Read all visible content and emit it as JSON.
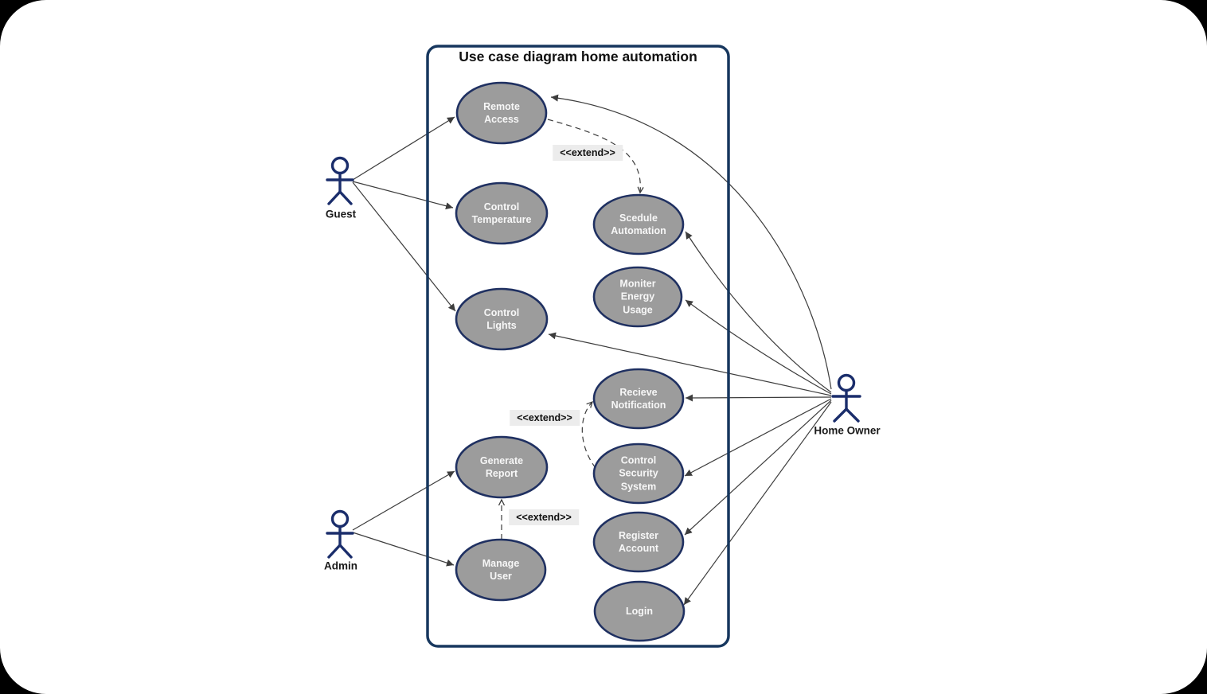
{
  "title": "Use case diagram home automation",
  "extend_label": "<<extend>>",
  "actors": [
    {
      "name": "Guest"
    },
    {
      "name": "Admin"
    },
    {
      "name": "Home Owner"
    }
  ],
  "use_cases": [
    {
      "label": "Remote\nAccess"
    },
    {
      "label": "Control\nTemperature"
    },
    {
      "label": "Control\nLights"
    },
    {
      "label": "Generate\nReport"
    },
    {
      "label": "Manage\nUser"
    },
    {
      "label": "Scedule\nAutomation"
    },
    {
      "label": "Moniter\nEnergy\nUsage"
    },
    {
      "label": "Recieve\nNotification"
    },
    {
      "label": "Control\nSecurity\nSystem"
    },
    {
      "label": "Register\nAccount"
    },
    {
      "label": "Login"
    }
  ],
  "colors": {
    "ellipse_fill": "#9c9c9c",
    "ellipse_border": "#1f3061",
    "boundary_border": "#17375e",
    "actor": "#1a2d6b",
    "connector": "#3d3d3d",
    "extend_bg": "#ececec",
    "text_light": "#f7f7f7",
    "text_dark": "#111111",
    "canvas_bg": "#ffffff",
    "page_bg": "#000000"
  }
}
